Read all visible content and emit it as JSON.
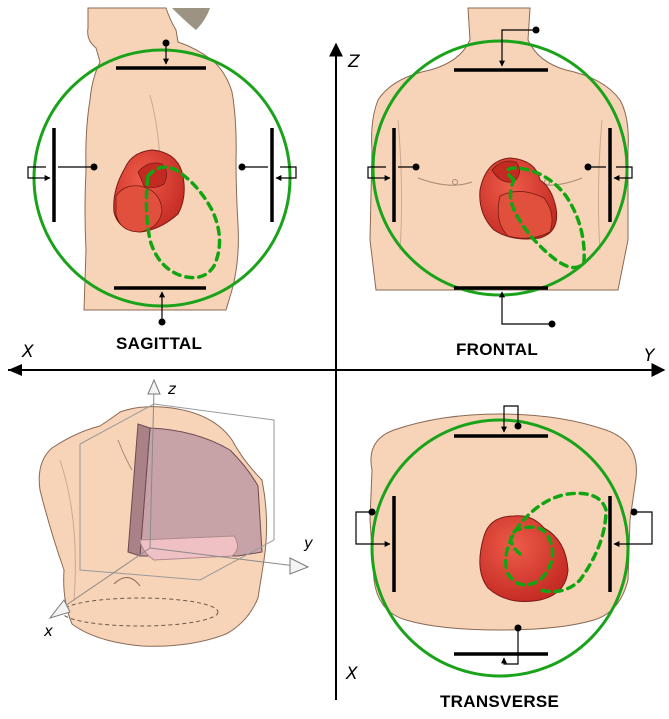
{
  "panels": {
    "sagittal": {
      "label": "SAGITTAL"
    },
    "frontal": {
      "label": "FRONTAL"
    },
    "transverse": {
      "label": "TRANSVERSE"
    }
  },
  "axes": {
    "x_left": "X",
    "y_right": "Y",
    "z_top": "Z",
    "x_bottom": "X",
    "x_3d": "x",
    "y_3d": "y",
    "z_3d": "z"
  },
  "colors": {
    "skin": "#f7d4b8",
    "skin_outline": "#8a6a55",
    "heart": "#d8342a",
    "heart_light": "#e2503e",
    "loop": "#12a512",
    "lead_circle": "#1aa31a",
    "electrode": "#000000",
    "section_plane": "#c7a3a8"
  },
  "icons": [
    "arrow-icon",
    "electrode-bar-icon",
    "heart-icon",
    "torso-icon"
  ]
}
